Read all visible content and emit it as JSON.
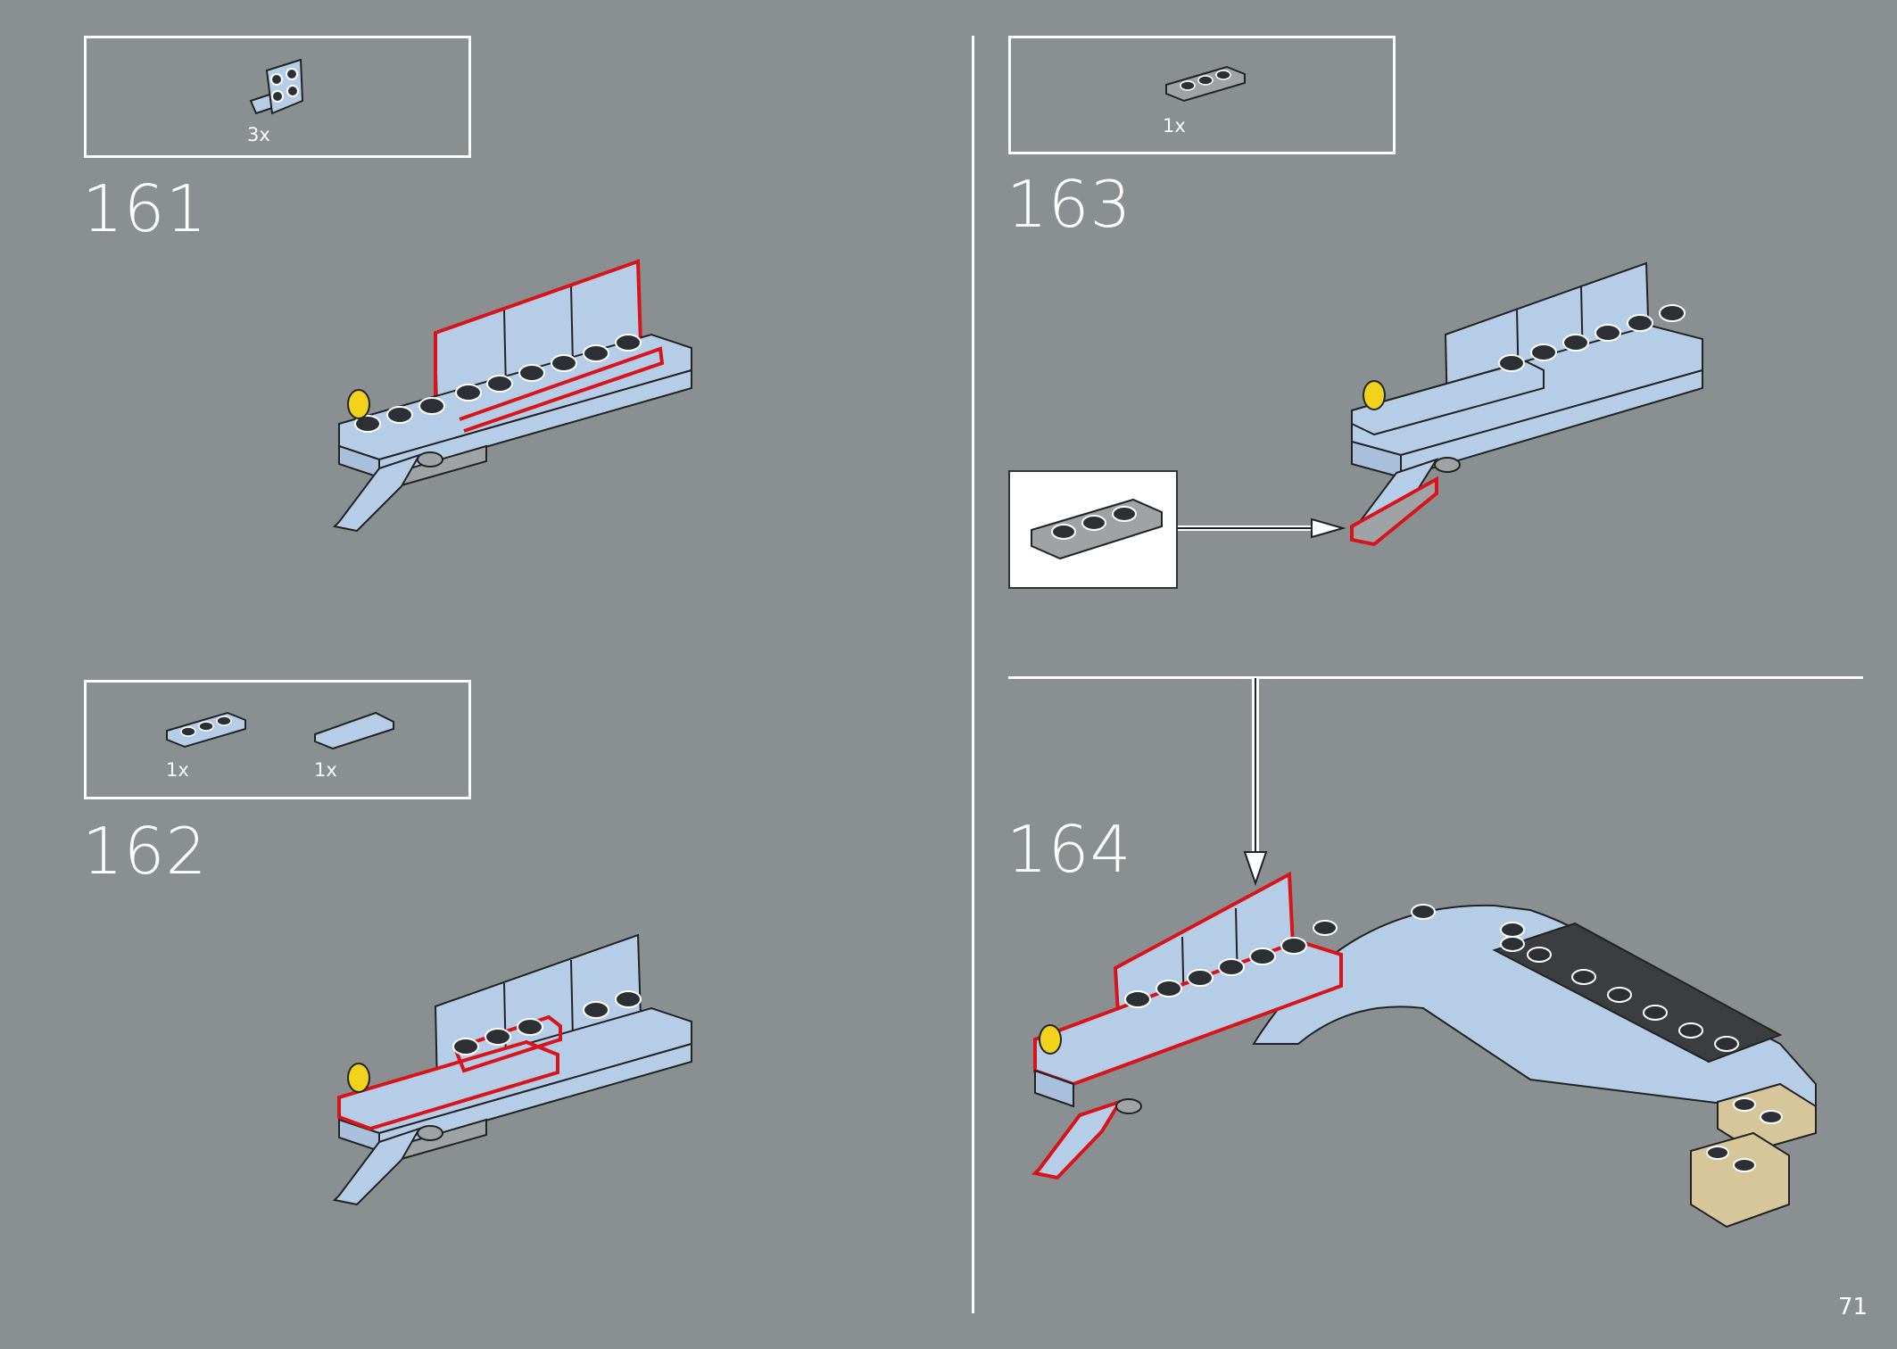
{
  "page_number": "71",
  "steps": [
    {
      "number": "161",
      "parts": [
        {
          "qty": "3x",
          "part": "bracket-2x2-light-blue"
        }
      ]
    },
    {
      "number": "162",
      "parts": [
        {
          "qty": "1x",
          "part": "plate-1x3-light-blue"
        },
        {
          "qty": "1x",
          "part": "tile-1x3-light-blue"
        }
      ]
    },
    {
      "number": "163",
      "parts": [
        {
          "qty": "1x",
          "part": "plate-1x3-gray"
        }
      ]
    },
    {
      "number": "164",
      "parts": []
    }
  ],
  "colors": {
    "background": "#8a9091",
    "brick_light_blue": "#b6cde8",
    "brick_gray": "#a0a3a5",
    "brick_dark": "#3b3d40",
    "brick_tan": "#d6c69a",
    "highlight_red": "#d8141b",
    "accent_yellow": "#f2d21b"
  }
}
